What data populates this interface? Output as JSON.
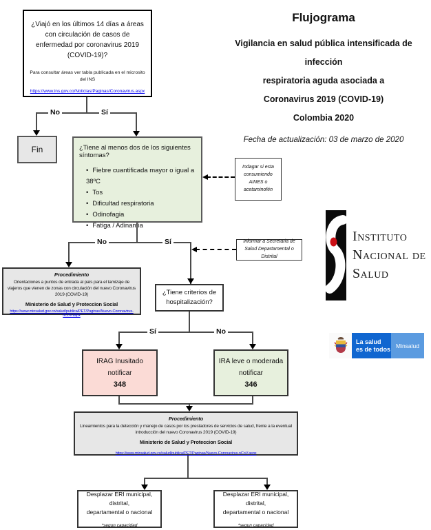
{
  "title": {
    "heading": "Flujograma",
    "subtitle_line1": "Vigilancia en salud pública intensificada de infección",
    "subtitle_line2": "respiratoria aguda asociada a",
    "subtitle_line3": "Coronavirus 2019 (COVID-19)",
    "subtitle_line4": "Colombia 2020",
    "update_date": "Fecha de actualización: 03 de marzo de 2020"
  },
  "travel_question": {
    "question": "¿Viajó en los últimos 14 días a áreas con circulación de casos de enfermedad por coronavirus 2019 (COVID-19)?",
    "note": "Para consultar áreas ver tabla publicada en el microsito del INS",
    "link": "https://www.ins.gov.co/Noticias/Paginas/Coronavirus.aspx"
  },
  "branch1": {
    "no": "No",
    "yes": "Sí"
  },
  "fin_label": "Fin",
  "symptoms": {
    "question": "¿Tiene al menos dos de los siguientes síntomas?",
    "items": [
      "Fiebre cuantificada mayor o igual a 38ºC",
      "Tos",
      "Dificultad respiratoria",
      "Odinofagia",
      "Fatiga / Adinamia"
    ]
  },
  "note_aines": "Indagar si esta consumiendo AINES o acetaminofén",
  "branch2": {
    "no": "No",
    "yes": "Sí"
  },
  "note_secretaria": "Informar a Secretaria de Salud Departamental o Distrital",
  "procedure1": {
    "title": "Procedimiento",
    "body": "Orientaciones a puntos de entrada al país para el tamizaje de viajeros que vienen de zonas con circulación del nuevo Coronavirus 2019 (COVID-19)",
    "ministry": "Ministerio de Salud y Proteccion Social",
    "link": "https://www.minsalud.gov.co/salud/publica/PET/Paginas/Nuevo-Coronavirus-nCoV.aspx"
  },
  "hospital_question": "¿Tiene criterios de hospitalización?",
  "branch3": {
    "yes": "Sí",
    "no": "No"
  },
  "irag": {
    "line1": "IRAG Inusitado",
    "line2": "notificar",
    "code": "348"
  },
  "ira": {
    "line1": "IRA leve o moderada",
    "line2": "notificar",
    "code": "346"
  },
  "procedure2": {
    "title": "Procedimiento",
    "body": "Lineamientos para la detección y manejo de casos por los prestadores de servicios de salud, frente a la eventual introducción del nuevo Coronavirus 2019 (COVID-19)",
    "ministry": "Ministerio de Salud y Proteccion Social",
    "link": "https://www.minsalud.gov.co/salud/publica/PET/Paginas/Nuevo-Coronavirus-nCoV.aspx"
  },
  "eri": {
    "line1": "Desplazar ERI municipal, distrital,",
    "line2": "departamental o nacional",
    "note": "*segun capacidad"
  },
  "ins_logo": {
    "line1": "Instituto",
    "line2": "Nacional de",
    "line3": "Salud"
  },
  "minsalud_logo": {
    "slogan_line1": "La salud",
    "slogan_line2": "es de todos",
    "brand": "Minsalud"
  },
  "colors": {
    "green_box": "#e7f0dd",
    "pink_box": "#fbdbd6",
    "gray_box": "#e7e7e7",
    "link_blue": "#0000ee",
    "minsalud_dark_blue": "#1066d0",
    "minsalud_light_blue": "#5b9be0",
    "ins_red": "#cc1016"
  }
}
